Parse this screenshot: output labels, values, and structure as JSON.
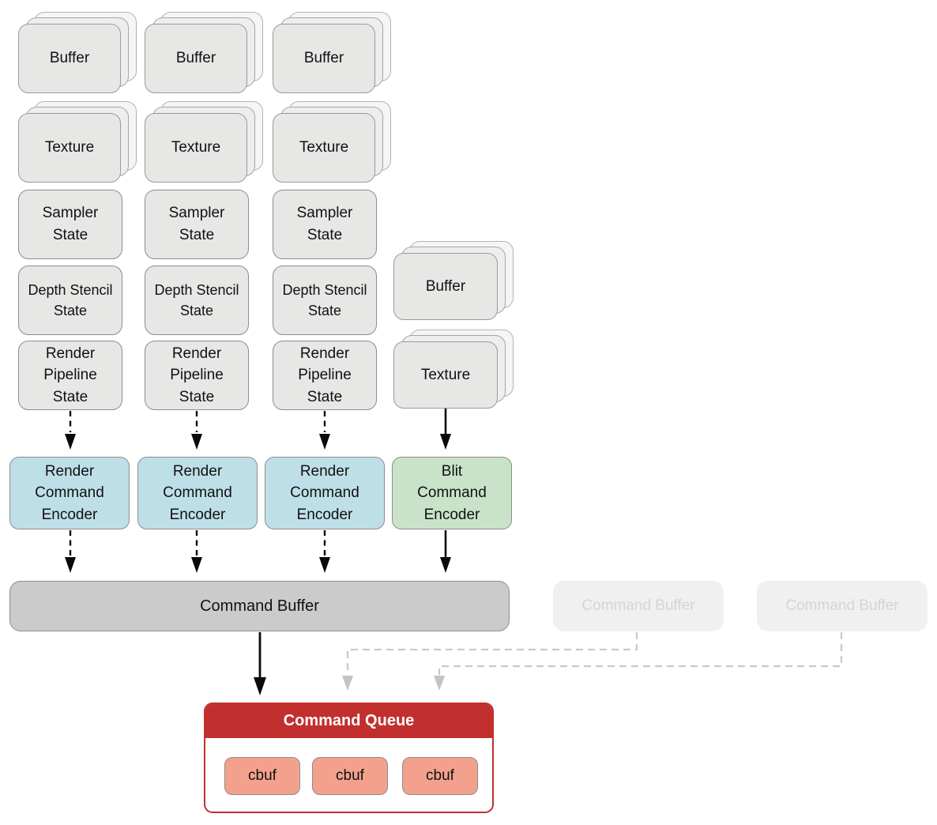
{
  "columns": [
    {
      "buffer": "Buffer",
      "texture": "Texture",
      "sampler_state": "Sampler\nState",
      "depth_stencil_state": "Depth Stencil\nState",
      "render_pipeline_state": "Render\nPipeline\nState"
    },
    {
      "buffer": "Buffer",
      "texture": "Texture",
      "sampler_state": "Sampler\nState",
      "depth_stencil_state": "Depth Stencil\nState",
      "render_pipeline_state": "Render\nPipeline\nState"
    },
    {
      "buffer": "Buffer",
      "texture": "Texture",
      "sampler_state": "Sampler\nState",
      "depth_stencil_state": "Depth Stencil\nState",
      "render_pipeline_state": "Render\nPipeline\nState"
    }
  ],
  "side_column": {
    "buffer": "Buffer",
    "texture": "Texture"
  },
  "encoders": [
    {
      "label": "Render\nCommand\nEncoder",
      "kind": "render"
    },
    {
      "label": "Render\nCommand\nEncoder",
      "kind": "render"
    },
    {
      "label": "Render\nCommand\nEncoder",
      "kind": "render"
    },
    {
      "label": "Blit\nCommand\nEncoder",
      "kind": "blit"
    }
  ],
  "command_buffer": {
    "label": "Command Buffer"
  },
  "faded_command_buffers": [
    {
      "label": "Command Buffer"
    },
    {
      "label": "Command Buffer"
    }
  ],
  "command_queue": {
    "title": "Command Queue",
    "cbufs": [
      "cbuf",
      "cbuf",
      "cbuf"
    ]
  },
  "colors": {
    "box_fill": "#e7e7e6",
    "box_border": "#8d8d8d",
    "encoder_blue": "#bedfe8",
    "encoder_green": "#c9e3c9",
    "command_buffer_fill": "#cbcbcb",
    "queue_red": "#c1302e",
    "cbuf_fill": "#f3a18d",
    "faded_fill": "#f0f0f0",
    "faded_text": "#d5d5d5",
    "arrow_black": "#0a0a0a",
    "arrow_gray": "#c9c9c9"
  }
}
